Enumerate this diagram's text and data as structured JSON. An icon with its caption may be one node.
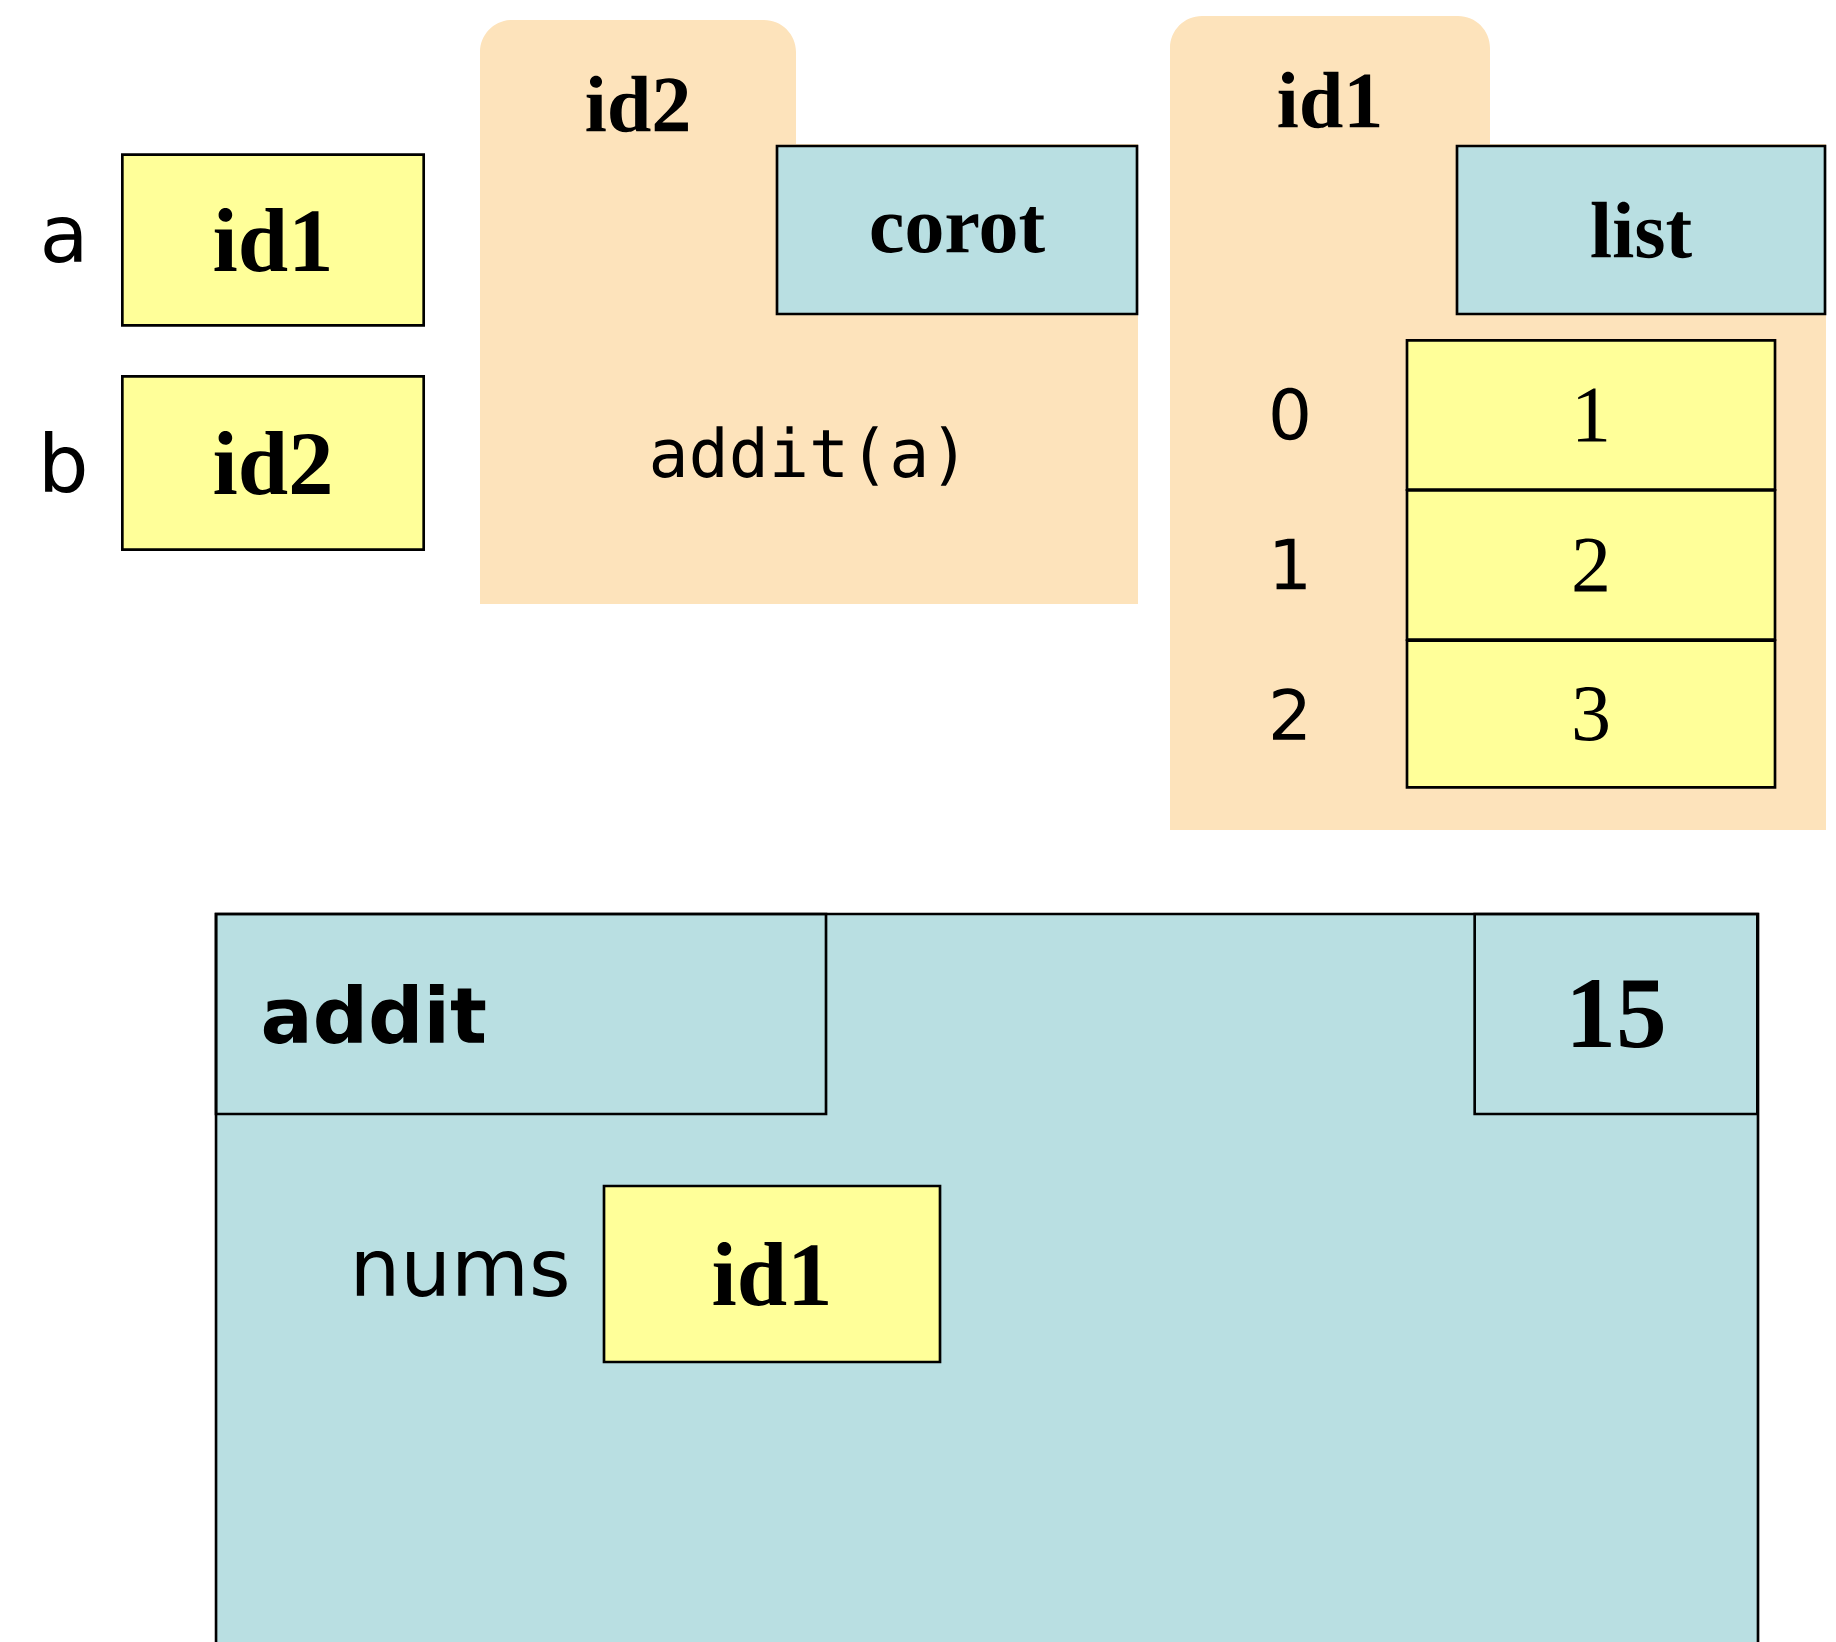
{
  "diagram": {
    "nodes": [
      {
        "text": [
          "id1"
        ],
        "beside": [
          "a"
        ]
      },
      {
        "text": [
          "id2"
        ],
        "beside": [
          "b"
        ]
      },
      {
        "text": [
          "id2",
          "addit(a)"
        ]
      },
      {
        "text": [
          "corot"
        ],
        "in": 2
      },
      {
        "text": [
          "id1"
        ]
      },
      {
        "text": [
          "list"
        ],
        "in": 4
      },
      {
        "text": [
          "1"
        ],
        "in": 4,
        "beside": [
          "0"
        ]
      },
      {
        "text": [
          "2"
        ],
        "in": 4,
        "beside": [
          "1"
        ]
      },
      {
        "text": [
          "3"
        ],
        "in": 4,
        "beside": [
          "2"
        ]
      },
      {
        "text": [],
        "shape": "box"
      },
      {
        "text": [
          "addit"
        ],
        "in": 9
      },
      {
        "text": [
          "15"
        ],
        "in": 9
      },
      {
        "text": [
          "id1"
        ],
        "in": 9,
        "beside": [
          "nums"
        ]
      }
    ]
  }
}
